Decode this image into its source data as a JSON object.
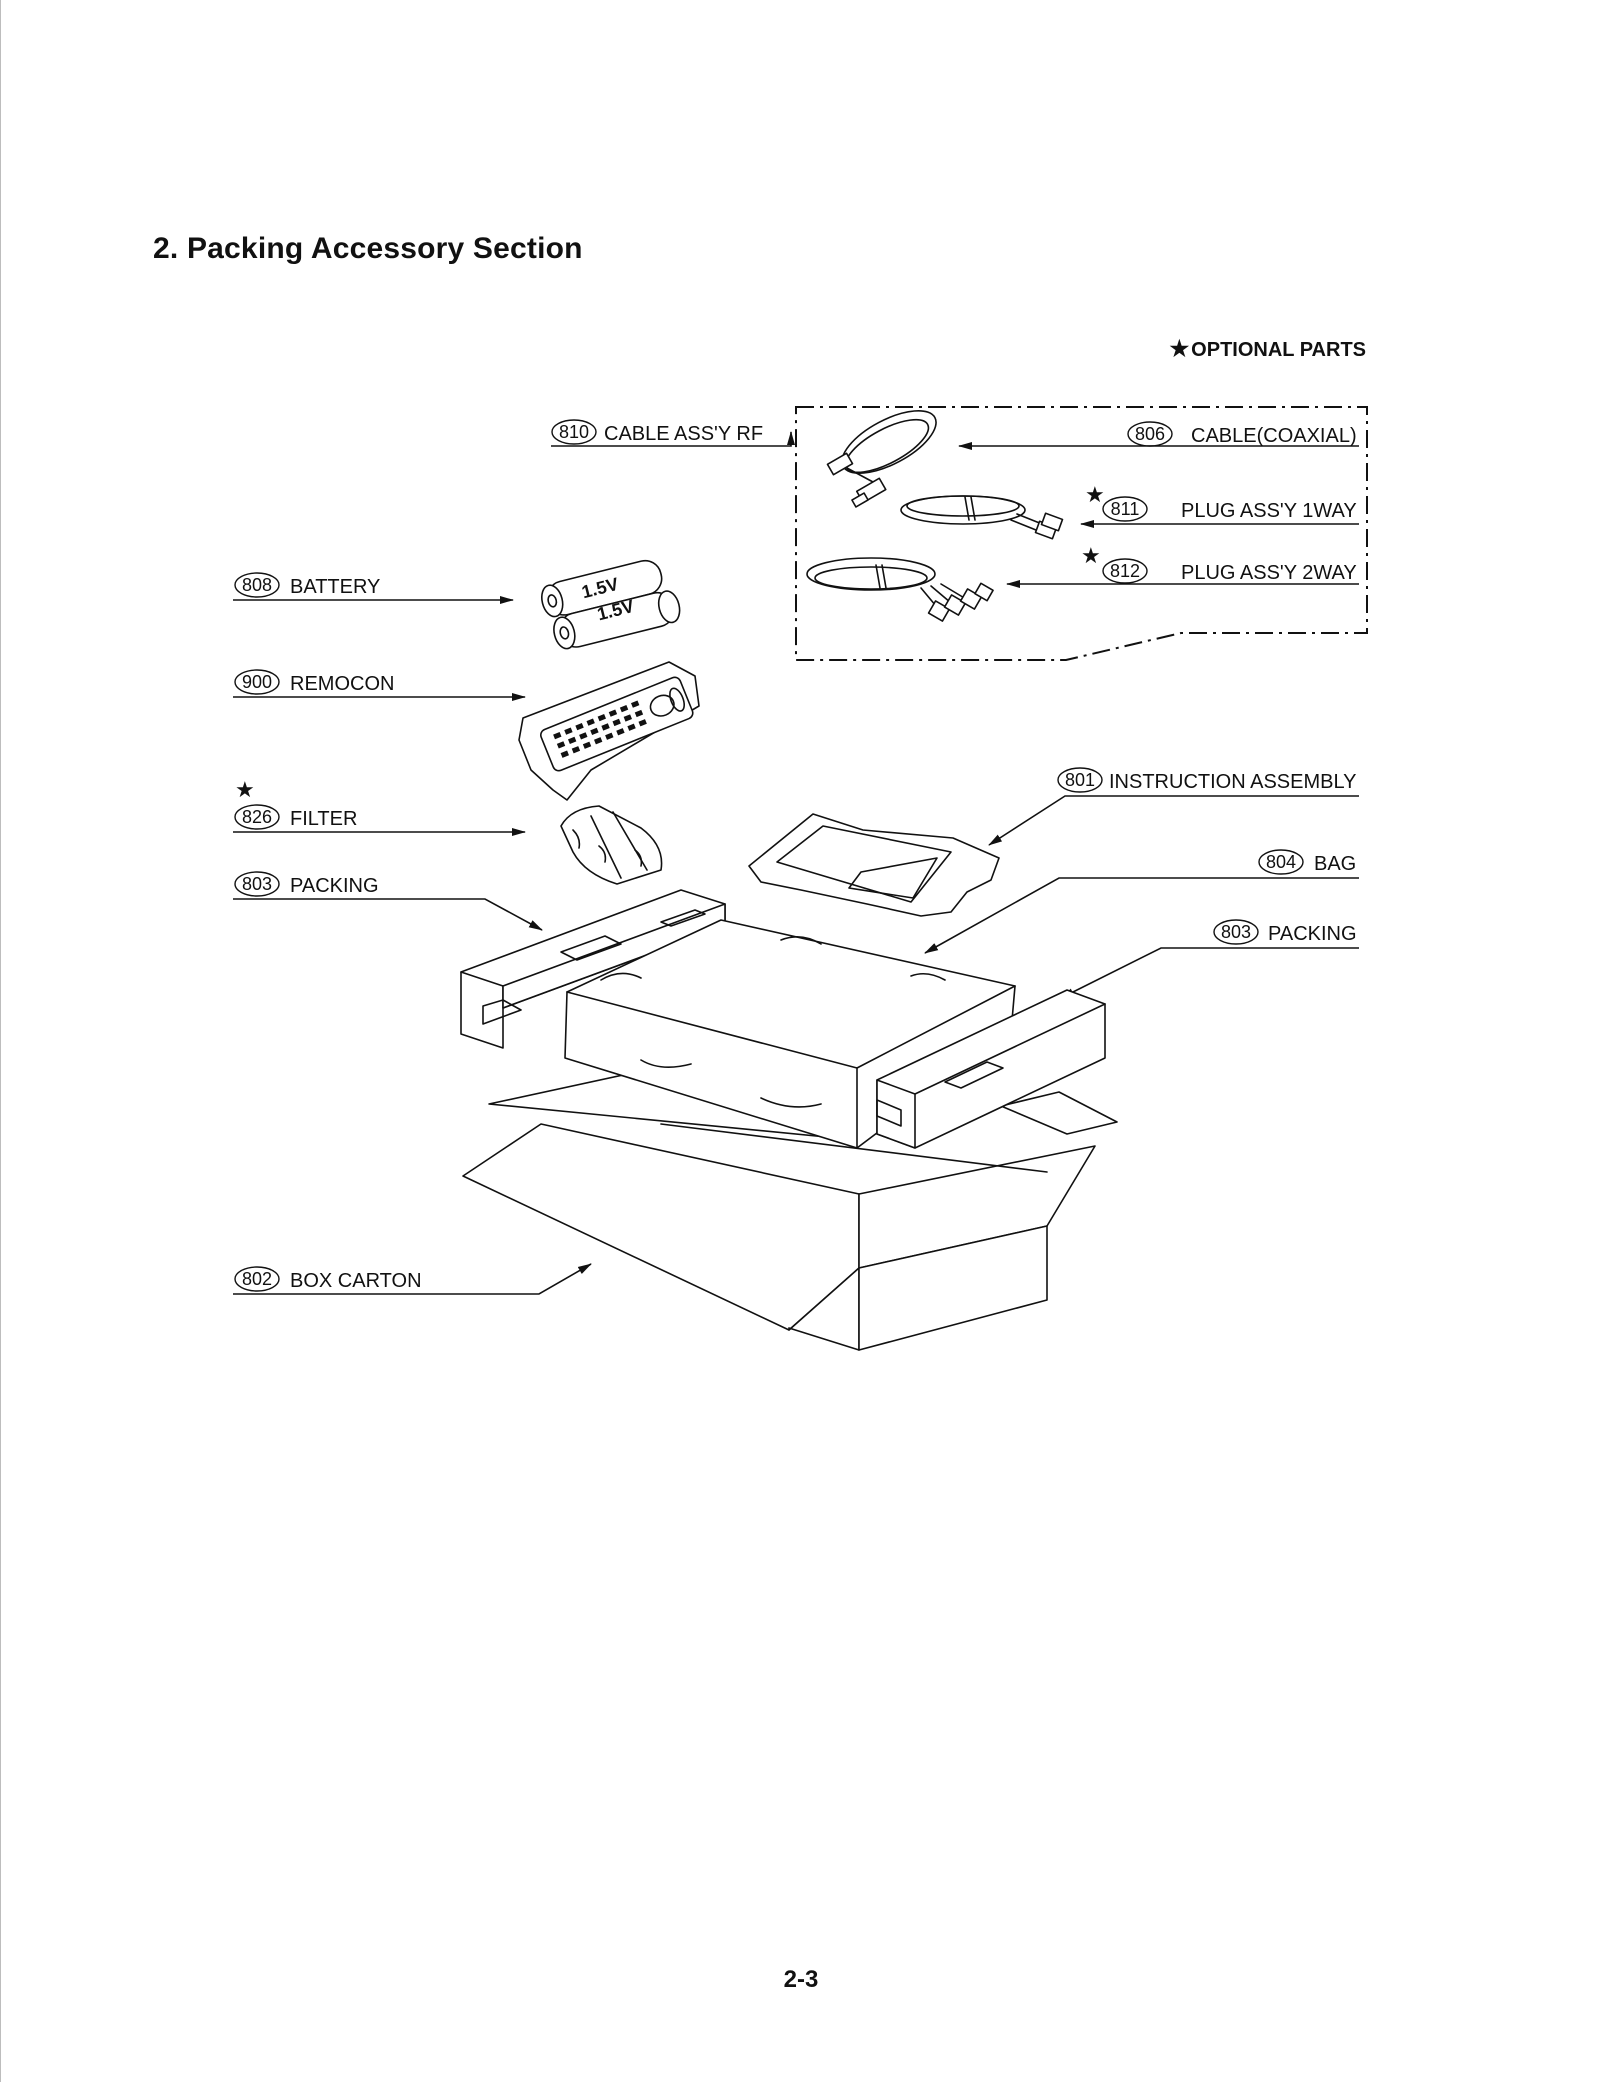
{
  "title": "2. Packing Accessory Section",
  "optional_note": {
    "star": "★",
    "label": "OPTIONAL PARTS"
  },
  "parts": [
    {
      "id": "p810",
      "number": "810",
      "label": "CABLE ASS'Y RF",
      "optional": false
    },
    {
      "id": "p806",
      "number": "806",
      "label": "CABLE(COAXIAL)",
      "optional": false
    },
    {
      "id": "p811",
      "number": "811",
      "label": "PLUG ASS'Y 1WAY",
      "optional": true
    },
    {
      "id": "p812",
      "number": "812",
      "label": "PLUG ASS'Y 2WAY",
      "optional": true
    },
    {
      "id": "p808",
      "number": "808",
      "label": "BATTERY",
      "optional": false
    },
    {
      "id": "p900",
      "number": "900",
      "label": "REMOCON",
      "optional": false
    },
    {
      "id": "p826",
      "number": "826",
      "label": "FILTER",
      "optional": true
    },
    {
      "id": "p803a",
      "number": "803",
      "label": "PACKING",
      "optional": false
    },
    {
      "id": "p801",
      "number": "801",
      "label": "INSTRUCTION ASSEMBLY",
      "optional": false
    },
    {
      "id": "p804",
      "number": "804",
      "label": "BAG",
      "optional": false
    },
    {
      "id": "p803b",
      "number": "803",
      "label": "PACKING",
      "optional": false
    },
    {
      "id": "p802",
      "number": "802",
      "label": "BOX CARTON",
      "optional": false
    }
  ],
  "battery_text": [
    "1.5V",
    "1.5V"
  ],
  "page_number": "2-3"
}
